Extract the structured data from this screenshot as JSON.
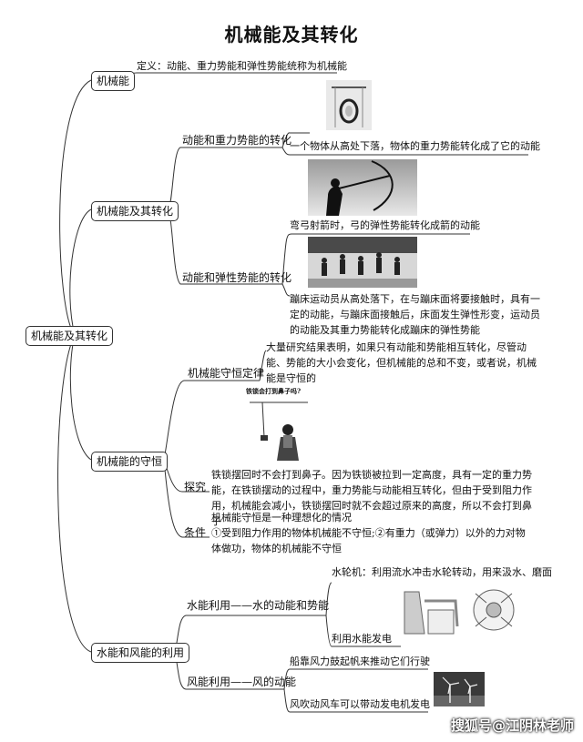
{
  "title": "机械能及其转化",
  "root": "机械能及其转化",
  "branches": {
    "mech_energy": {
      "label": "机械能",
      "definition": "定义：动能、重力势能和弹性势能统称为机械能"
    },
    "conversion": {
      "label": "机械能及其转化",
      "kinetic_gravity": {
        "label": "动能和重力势能的转化",
        "text": "一个物体从高处下落，物体的重力势能转化成了它的动能"
      },
      "kinetic_elastic": {
        "label": "动能和弹性势能的转化",
        "bow_text": "弯弓射箭时，弓的弹性势能转化成箭的动能",
        "trampoline_text": "蹦床运动员从高处落下，在与蹦床面将要接触时，具有一定的动能，与蹦床面接触后，床面发生弹性形变，运动员的动能及其重力势能转化成蹦床的弹性势能"
      }
    },
    "conservation": {
      "label": "机械能的守恒",
      "law": {
        "label": "机械能守恒定律",
        "text": "大量研究结果表明，如果只有动能和势能相互转化，尽管动能、势能的大小会变化，但机械能的总和不变，或者说，机械能是守恒的"
      },
      "explore": {
        "label": "探究",
        "image_caption": "铁锁会打到鼻子吗?",
        "text": "铁锁摆回时不会打到鼻子。因为铁锁被拉到一定高度，具有一定的重力势能，在铁锁摆动的过程中，重力势能与动能相互转化，但由于受到阻力作用，机械能会减小，铁锁摆回时就不会超过原来的高度，所以不会打到鼻子"
      },
      "condition": {
        "label": "条件",
        "line1": "机械能守恒是一种理想化的情况",
        "text": "①受到阻力作用的物体机械能不守恒;②有重力（或弹力）以外的力对物体做功，物体的机械能不守恒"
      }
    },
    "water_wind": {
      "label": "水能和风能的利用",
      "water": {
        "label": "水能利用——水的动能和势能",
        "wheel_text": "水轮机：利用流水冲击水轮转动，用来汲水、磨面",
        "power_text": "利用水能发电"
      },
      "wind": {
        "label": "风能利用——风的动能",
        "sail_text": "船靠风力鼓起帆来推动它们行驶",
        "power_text": "风吹动风车可以带动发电机发电"
      }
    }
  },
  "watermark": "搜狐号@江阴林老师"
}
